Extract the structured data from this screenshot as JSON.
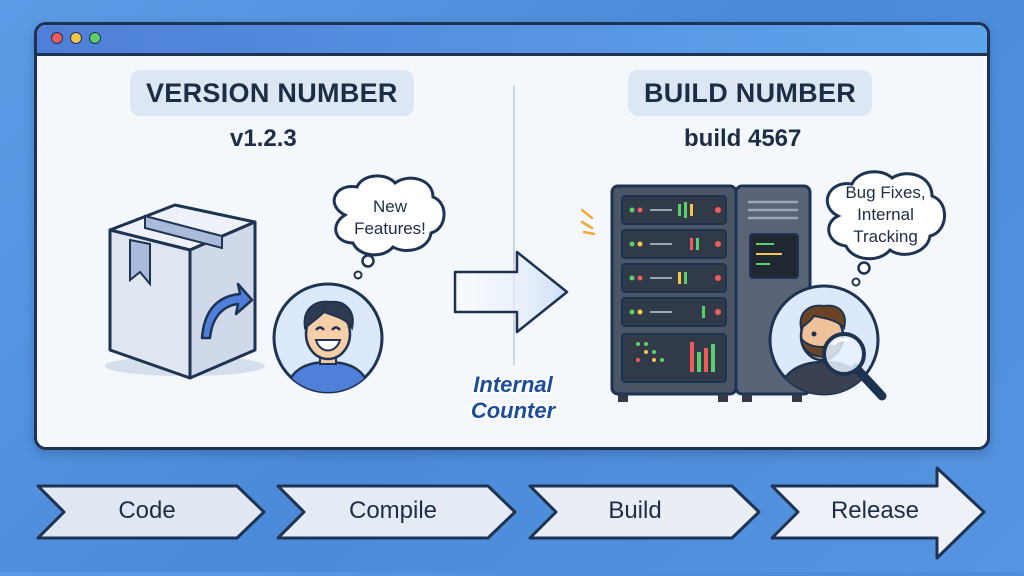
{
  "left": {
    "title": "VERSION NUMBER",
    "value": "v1.2.3",
    "thought": [
      "New",
      "Features!"
    ]
  },
  "right": {
    "title": "BUILD NUMBER",
    "value": "build 4567",
    "thought": [
      "Bug Fixes,",
      "Internal",
      "Tracking"
    ]
  },
  "arrow_label": [
    "Internal",
    "Counter"
  ],
  "pipeline": [
    "Code",
    "Compile",
    "Build",
    "Release"
  ],
  "colors": {
    "outline": "#1e3352",
    "accent": "#4f7fd8",
    "window_bg": "#f4f7fb"
  }
}
